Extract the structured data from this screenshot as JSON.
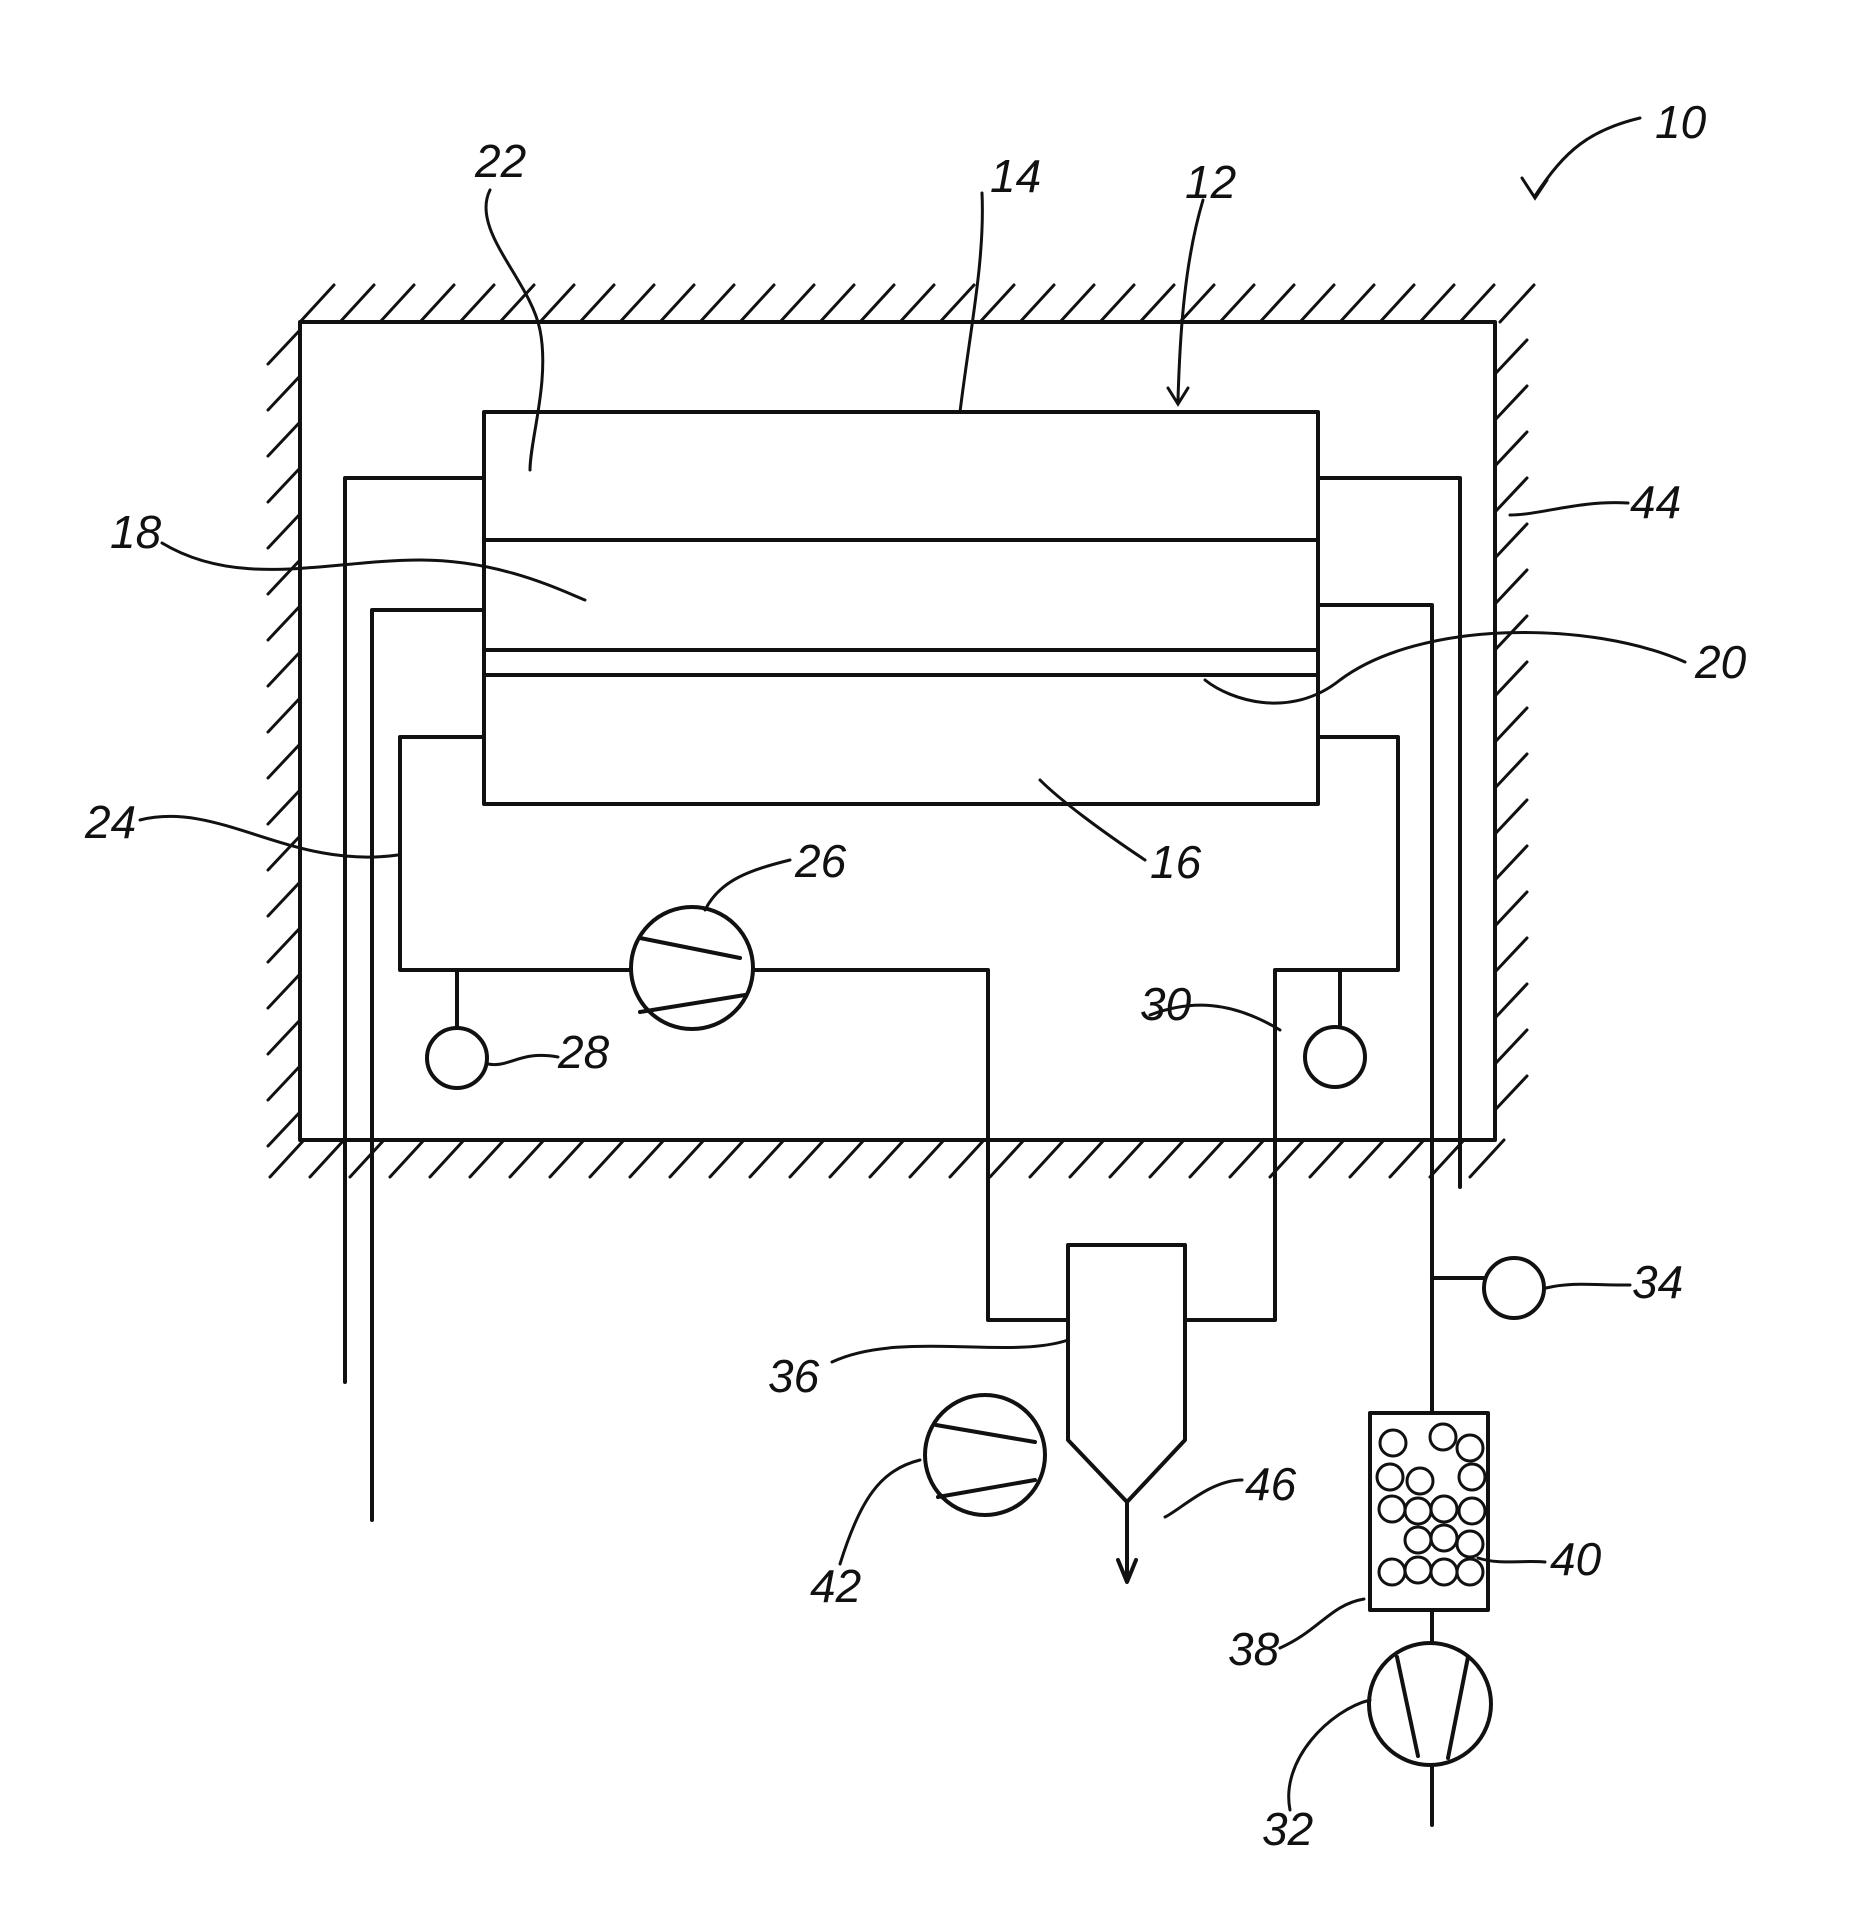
{
  "labels": {
    "n10": "10",
    "n12": "12",
    "n14": "14",
    "n16": "16",
    "n18": "18",
    "n20": "20",
    "n22": "22",
    "n24": "24",
    "n26": "26",
    "n28": "28",
    "n30": "30",
    "n32": "32",
    "n34": "34",
    "n36": "36",
    "n38": "38",
    "n40": "40",
    "n42": "42",
    "n44": "44",
    "n46": "46"
  },
  "colors": {
    "line": "#111111",
    "background": "#ffffff"
  }
}
